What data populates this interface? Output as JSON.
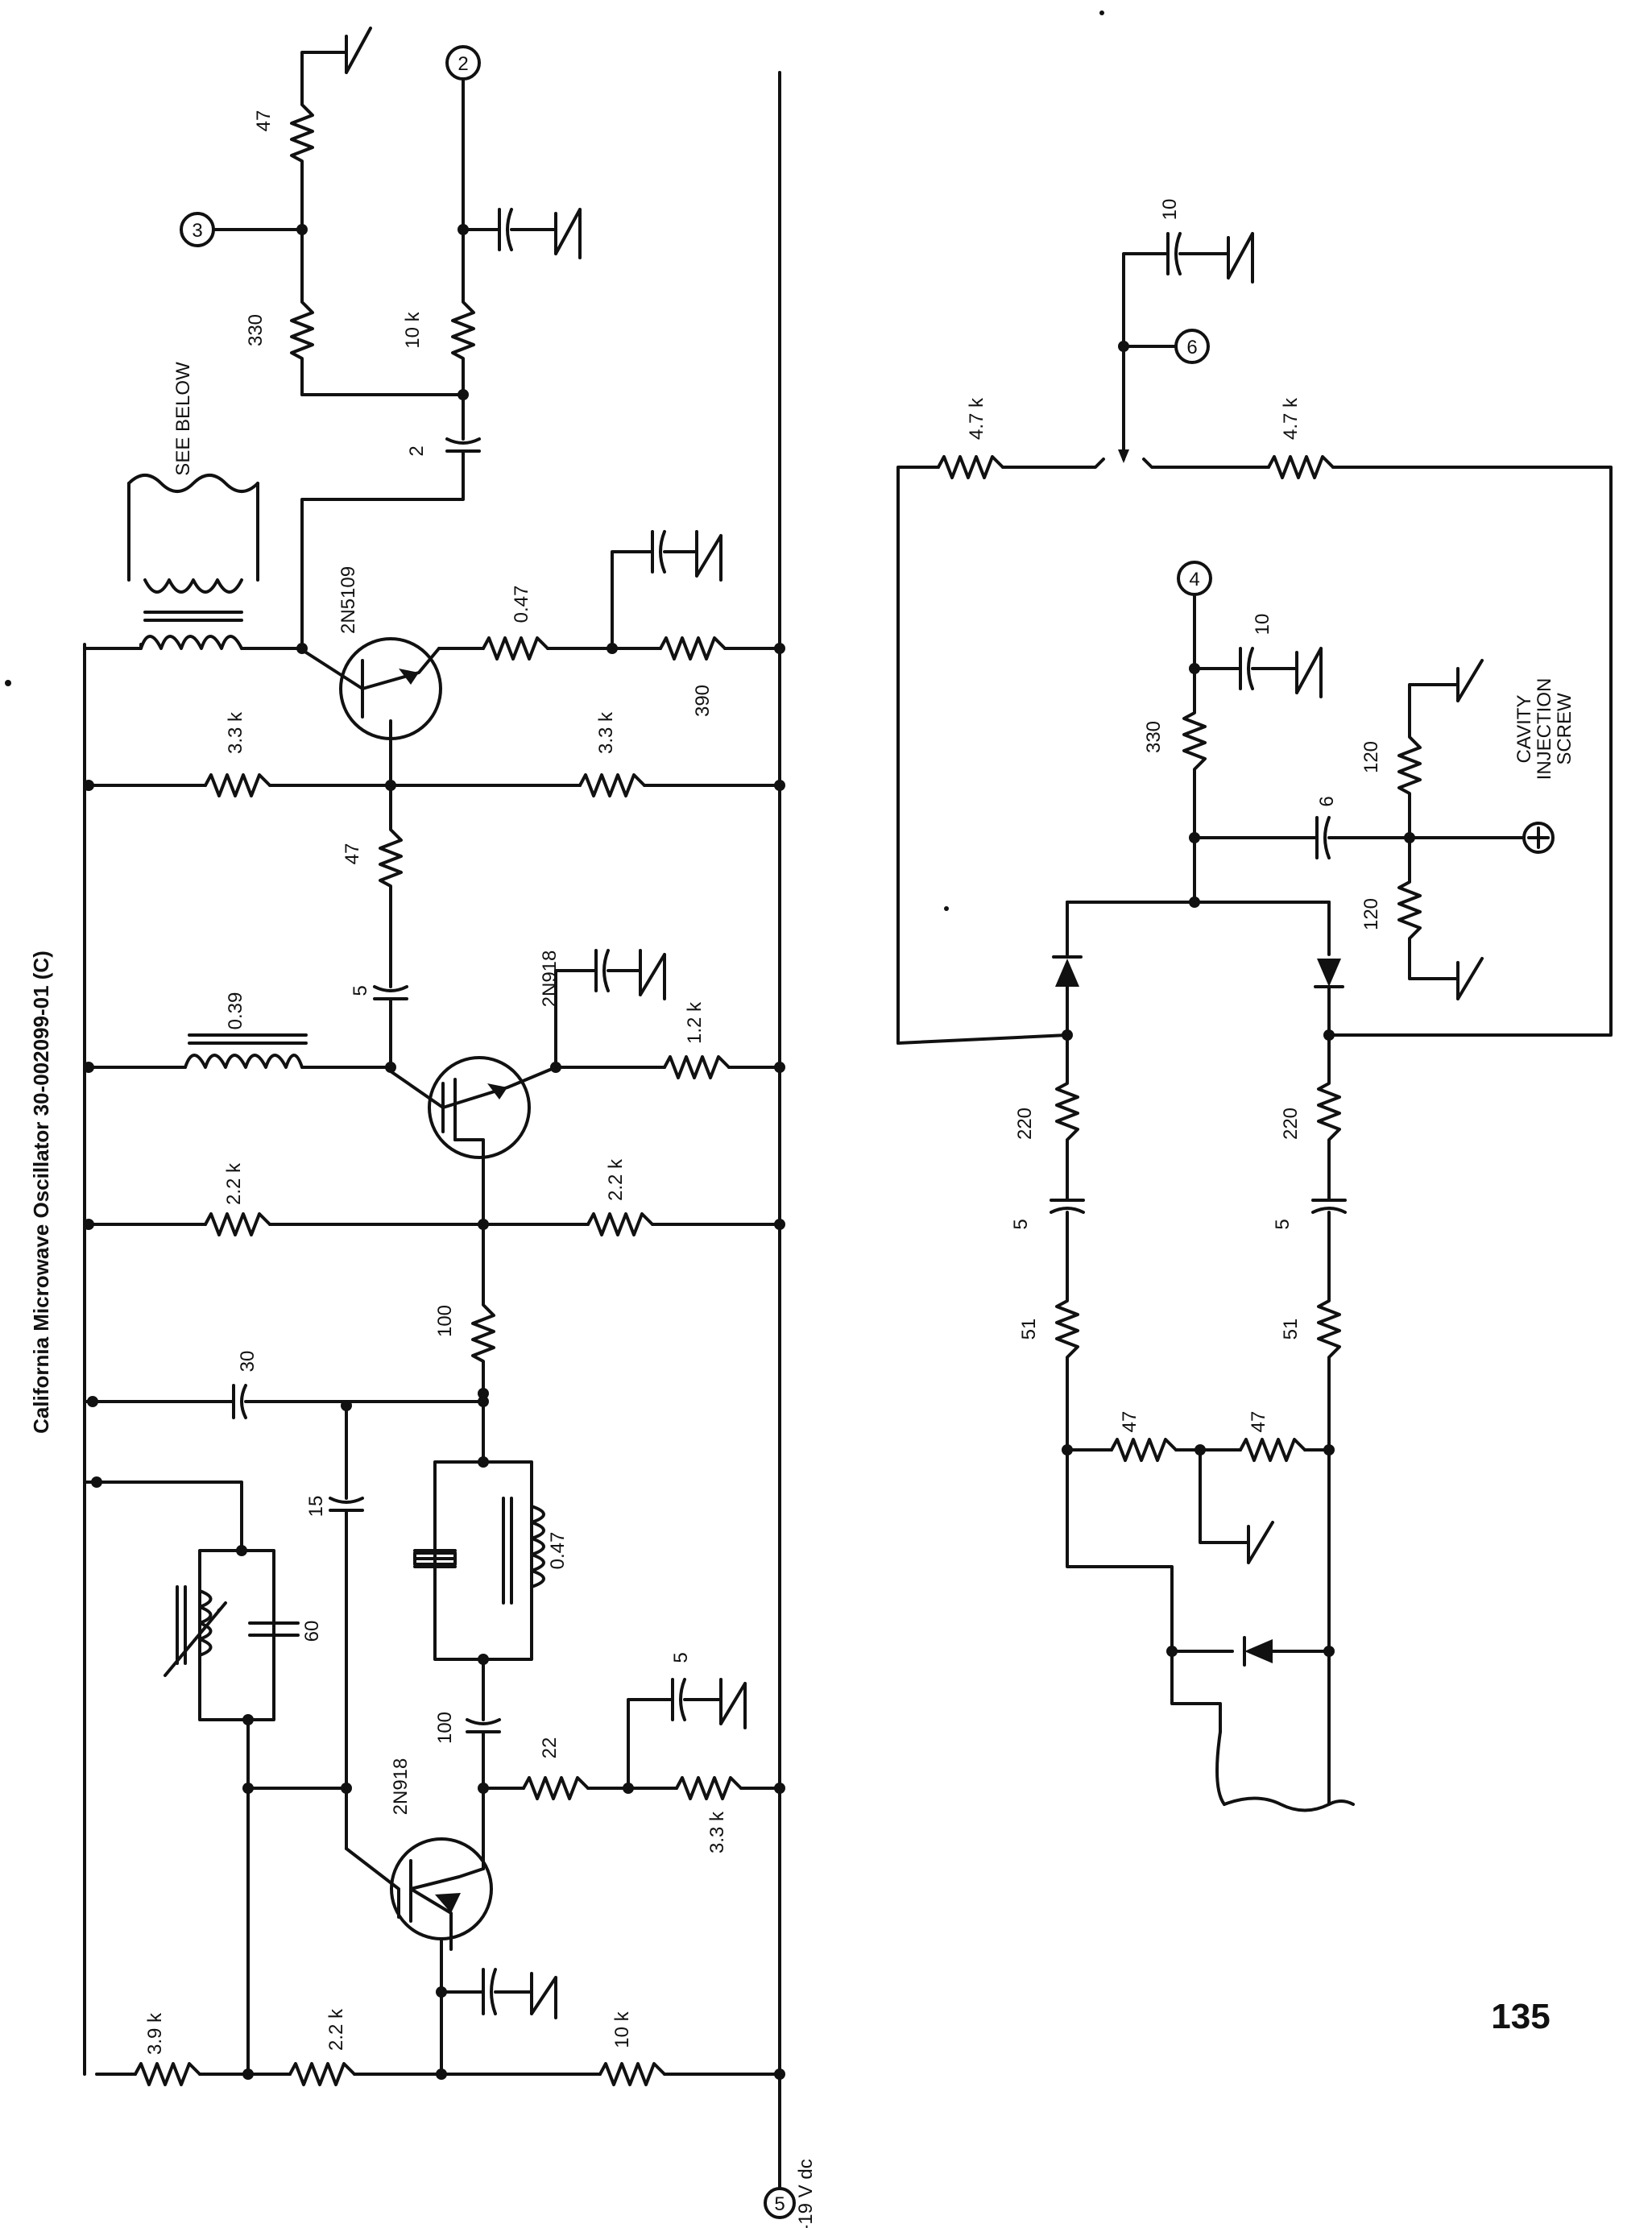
{
  "title": "California Microwave Oscillator 30-002099-01 (C)",
  "page_number": "135",
  "supply_label": "-19 V dc",
  "note": "SEE BELOW",
  "cavity_label": [
    "CAVITY",
    "INJECTION",
    "SCREW"
  ],
  "terminals": [
    "2",
    "3",
    "4",
    "5",
    "6"
  ],
  "transistors": {
    "q1": "2N918",
    "q2": "2N918",
    "q3": "2N5109"
  },
  "values": {
    "r_39k": "3.9 k",
    "r_22k_a": "2.2 k",
    "r_10k_a": "10 k",
    "r_33k_a": "3.3 k",
    "r_22": "22",
    "c_5_a": "5",
    "c_100": "100",
    "l_047": "0.47",
    "c_60": "60",
    "c_15": "15",
    "c_30": "30",
    "r_100": "100",
    "r_22k_b": "2.2 k",
    "r_22k_c": "2.2 k",
    "l_039": "0.39",
    "r_12k": "1.2 k",
    "c_5_b": "5",
    "r_47_a": "47",
    "r_33k_b": "3.3 k",
    "r_33k_c": "3.3 k",
    "r_390": "390",
    "r_047": "0.47",
    "c_2": "2",
    "r_330_a": "330",
    "r_47_b": "47",
    "r_10k_b": "10 k",
    "r_47k_a": "4.7 k",
    "r_47k_b": "4.7 k",
    "c_10_a": "10",
    "c_10_b": "10",
    "r_330_b": "330",
    "c_6": "6",
    "r_120_a": "120",
    "r_120_b": "120",
    "r_220_a": "220",
    "r_220_b": "220",
    "c_5_c": "5",
    "c_5_d": "5",
    "r_51_a": "51",
    "r_51_b": "51",
    "r_47_c": "47",
    "r_47_d": "47"
  }
}
